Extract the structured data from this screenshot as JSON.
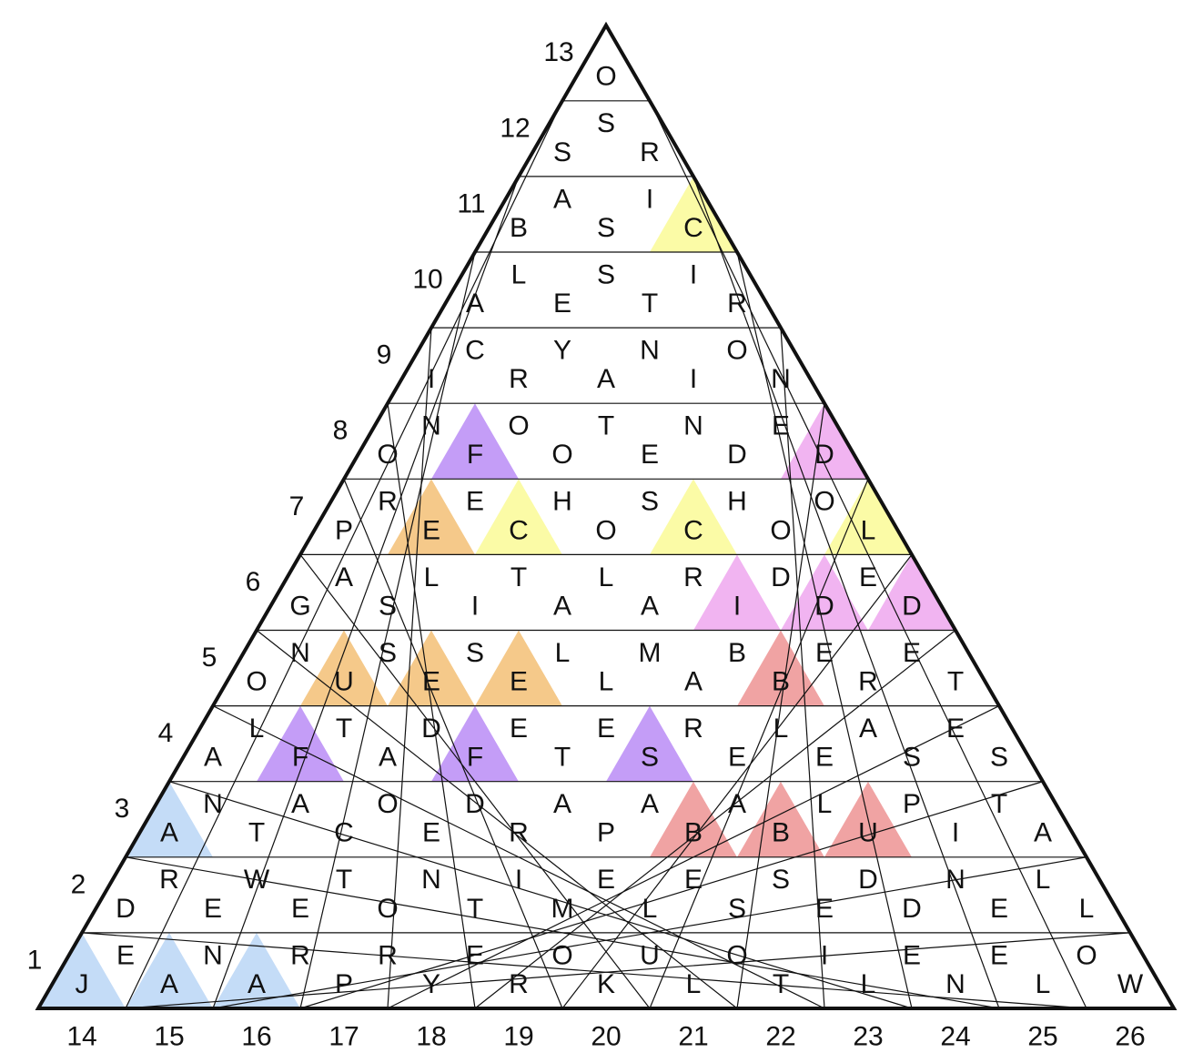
{
  "palette": {
    "blue": "#c4dcf7",
    "yellow": "#fbfba6",
    "orange": "#f5c98a",
    "purple": "#c49df7",
    "pink": "#f1b4f1",
    "red": "#f0a3a3",
    "white": "#ffffff",
    "line": "#111111"
  },
  "left_numbers": [
    "1",
    "2",
    "3",
    "4",
    "5",
    "6",
    "7",
    "8",
    "9",
    "10",
    "11",
    "12",
    "13"
  ],
  "bottom_numbers": [
    "14",
    "15",
    "16",
    "17",
    "18",
    "19",
    "20",
    "21",
    "22",
    "23",
    "24",
    "25",
    "26"
  ],
  "rows": [
    {
      "letters": [
        "J",
        "E",
        "A",
        "N",
        "A",
        "R",
        "P",
        "R",
        "Y",
        "E",
        "R",
        "O",
        "K",
        "U",
        "L",
        "O",
        "T",
        "I",
        "L",
        "E",
        "N",
        "E",
        "L",
        "O",
        "W"
      ],
      "colors": {
        "0": "blue",
        "2": "blue",
        "4": "blue"
      }
    },
    {
      "letters": [
        "D",
        "R",
        "E",
        "W",
        "E",
        "T",
        "O",
        "N",
        "T",
        "I",
        "M",
        "E",
        "L",
        "E",
        "S",
        "S",
        "E",
        "D",
        "D",
        "N",
        "E",
        "L",
        "L"
      ],
      "colors": {}
    },
    {
      "letters": [
        "A",
        "N",
        "T",
        "A",
        "C",
        "O",
        "E",
        "D",
        "R",
        "A",
        "P",
        "A",
        "B",
        "A",
        "B",
        "L",
        "U",
        "P",
        "I",
        "T",
        "A"
      ],
      "colors": {
        "0": "blue",
        "12": "red",
        "14": "red",
        "16": "red"
      }
    },
    {
      "letters": [
        "A",
        "L",
        "F",
        "T",
        "A",
        "D",
        "F",
        "E",
        "T",
        "E",
        "S",
        "R",
        "E",
        "L",
        "E",
        "A",
        "S",
        "E",
        "S"
      ],
      "colors": {
        "2": "purple",
        "6": "purple",
        "10": "purple"
      }
    },
    {
      "letters": [
        "O",
        "N",
        "U",
        "S",
        "E",
        "S",
        "E",
        "L",
        "L",
        "M",
        "A",
        "B",
        "B",
        "E",
        "R",
        "E",
        "T"
      ],
      "colors": {
        "2": "orange",
        "4": "orange",
        "6": "orange",
        "12": "red"
      }
    },
    {
      "letters": [
        "G",
        "A",
        "S",
        "L",
        "I",
        "T",
        "A",
        "L",
        "A",
        "R",
        "I",
        "D",
        "D",
        "E",
        "D"
      ],
      "colors": {
        "10": "pink",
        "12": "pink",
        "14": "pink"
      }
    },
    {
      "letters": [
        "P",
        "R",
        "E",
        "E",
        "C",
        "H",
        "O",
        "S",
        "C",
        "H",
        "O",
        "O",
        "L"
      ],
      "colors": {
        "2": "orange",
        "4": "yellow",
        "8": "yellow",
        "12": "yellow"
      }
    },
    {
      "letters": [
        "O",
        "N",
        "F",
        "O",
        "O",
        "T",
        "E",
        "N",
        "D",
        "E",
        "D"
      ],
      "colors": {
        "2": "purple",
        "10": "pink"
      }
    },
    {
      "letters": [
        "I",
        "C",
        "R",
        "Y",
        "A",
        "N",
        "I",
        "O",
        "N"
      ],
      "colors": {}
    },
    {
      "letters": [
        "A",
        "L",
        "E",
        "S",
        "T",
        "I",
        "R"
      ],
      "colors": {}
    },
    {
      "letters": [
        "B",
        "A",
        "S",
        "I",
        "C"
      ],
      "colors": {
        "4": "yellow"
      }
    },
    {
      "letters": [
        "S",
        "S",
        "R"
      ],
      "colors": {}
    },
    {
      "letters": [
        "O"
      ],
      "colors": {}
    }
  ]
}
